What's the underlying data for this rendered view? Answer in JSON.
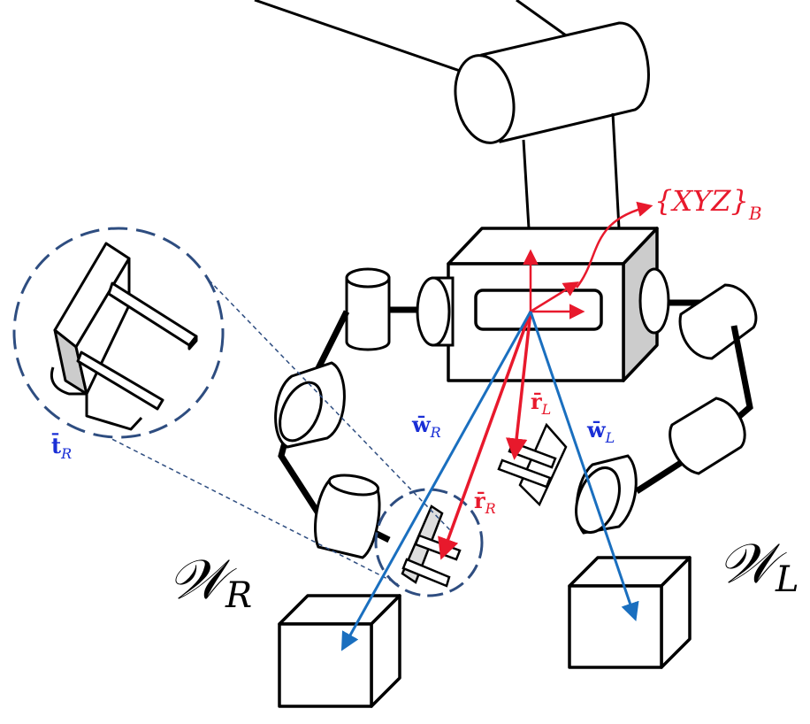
{
  "colors": {
    "red": "#e8192c",
    "blue": "#1a6fbf",
    "label_blue": "#1a2fd6",
    "dash_blue": "#2e4d80",
    "outline": "#000000",
    "gray_face": "#cccccc"
  },
  "labels": {
    "frame_base": "{XYZ}",
    "frame_base_sub": "B",
    "w_right": "w̄",
    "w_right_sub": "R",
    "w_left": "w̄",
    "w_left_sub": "L",
    "r_right": "r̄",
    "r_right_sub": "R",
    "r_left": "r̄",
    "r_left_sub": "L",
    "t_right": "t̄",
    "t_right_sub": "R",
    "workspace_right": "𝒲",
    "workspace_right_sub": "R",
    "workspace_left": "𝒲",
    "workspace_left_sub": "L"
  }
}
